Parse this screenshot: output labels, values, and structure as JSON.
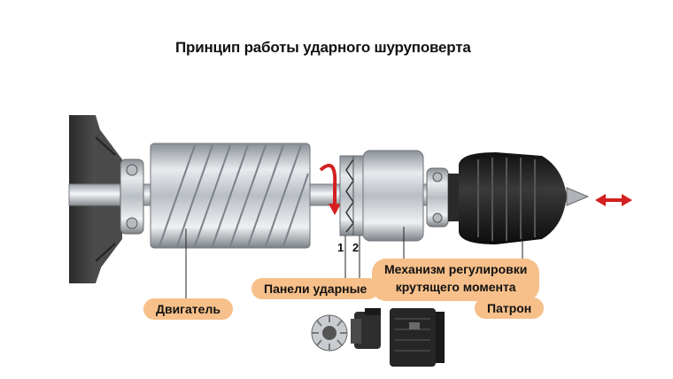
{
  "title": "Принцип работы ударного шуруповерта",
  "labels": {
    "motor": "Двигатель",
    "impact_panels": "Панели ударные",
    "torque_mechanism_line1": "Механизм регулировки",
    "torque_mechanism_line2": "крутящего момента",
    "chuck": "Патрон"
  },
  "panel_numbers": {
    "first": "1",
    "second": "2"
  },
  "colors": {
    "label_fill": "#f7c08a",
    "arrow_red": "#d42020",
    "chuck_black": "#1e1e1e",
    "metal": "#c8ccd0"
  }
}
